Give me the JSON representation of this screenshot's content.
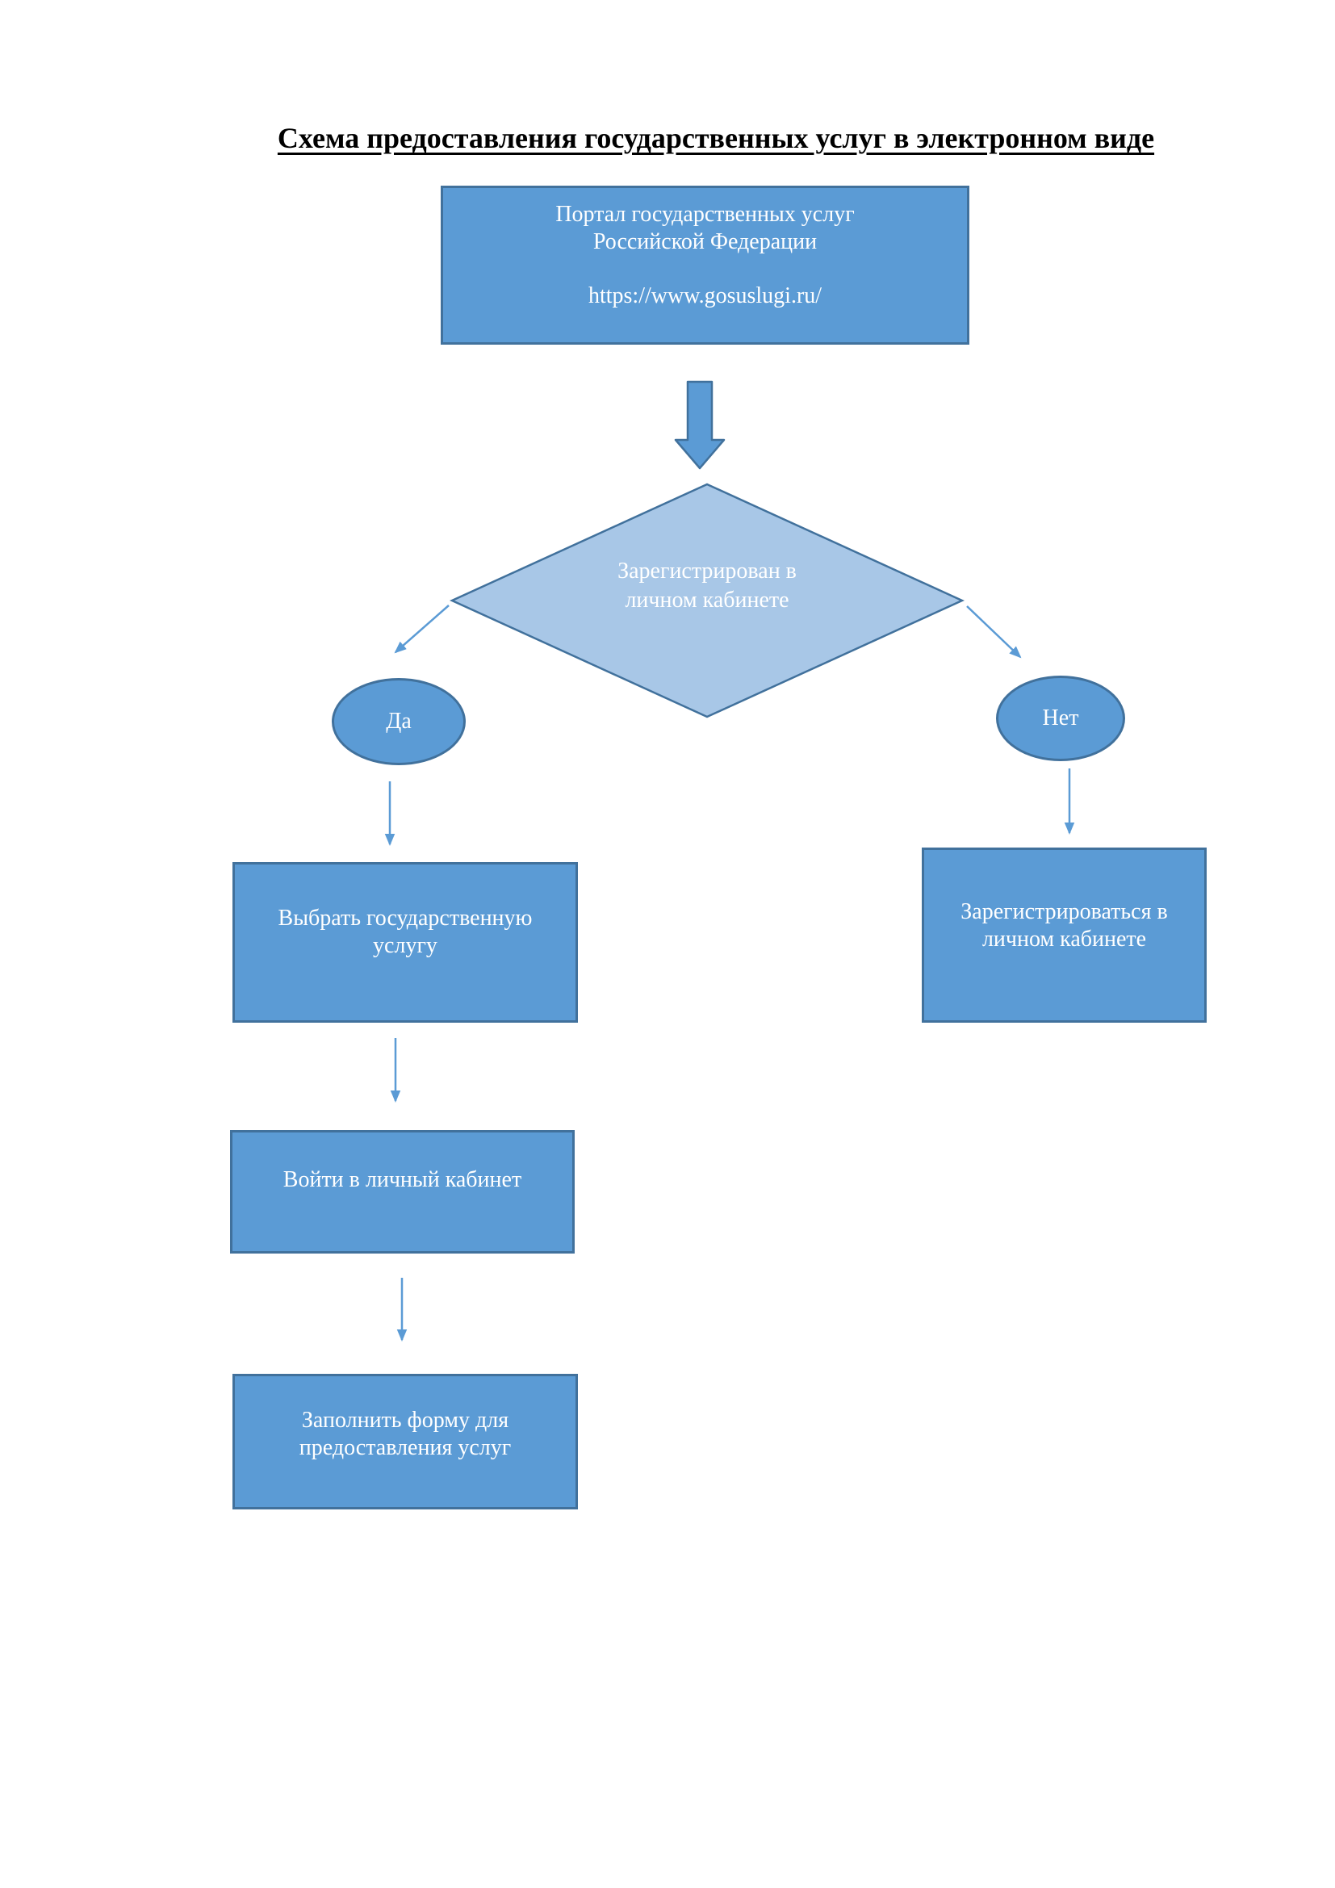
{
  "title": "Схема предоставления государственных услуг в электронном виде",
  "colors": {
    "node_fill": "#5b9bd5",
    "node_border": "#41719c",
    "diamond_fill": "#a8c7e7",
    "connector": "#5b9bd5",
    "node_text": "#ffffff",
    "title_text": "#000000"
  },
  "nodes": {
    "portal": {
      "name": "Портал государственных услуг\nРоссийской Федерации",
      "url": "https://www.gosuslugi.ru/"
    },
    "decision": {
      "label": "Зарегистрирован в\nличном кабинете"
    },
    "yes": {
      "label": "Да"
    },
    "no": {
      "label": "Нет"
    },
    "choose_service": {
      "label": "Выбрать государственную услугу"
    },
    "login": {
      "label": "Войти в личный кабинет"
    },
    "fill_form": {
      "label": "Заполнить форму для предоставления услуг"
    },
    "register": {
      "label": "Зарегистрироваться в личном кабинете"
    }
  },
  "edges": [
    {
      "from": "portal",
      "to": "decision",
      "style": "block-arrow"
    },
    {
      "from": "decision",
      "to": "yes"
    },
    {
      "from": "decision",
      "to": "no"
    },
    {
      "from": "yes",
      "to": "choose_service"
    },
    {
      "from": "choose_service",
      "to": "login"
    },
    {
      "from": "login",
      "to": "fill_form"
    },
    {
      "from": "no",
      "to": "register"
    }
  ]
}
